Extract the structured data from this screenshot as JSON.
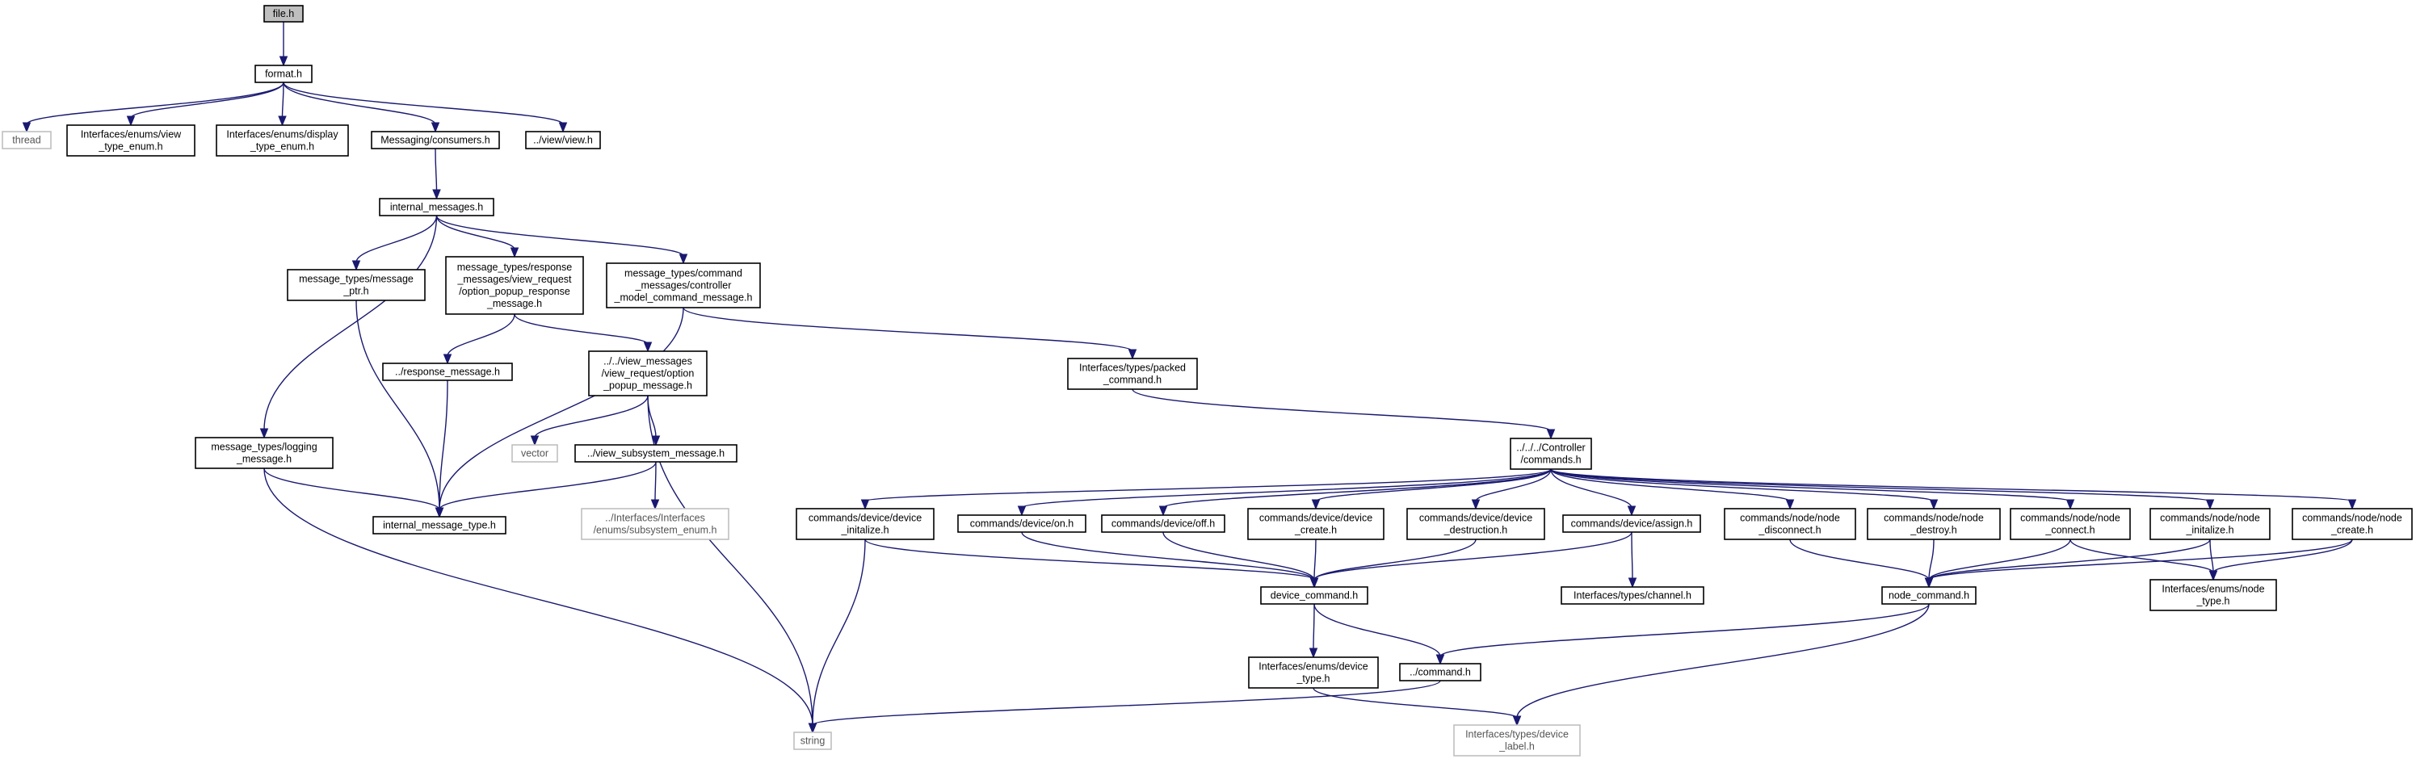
{
  "nodes": [
    {
      "id": "file_h",
      "lines": [
        "file.h"
      ],
      "kind": "root"
    },
    {
      "id": "format_h",
      "lines": [
        "format.h"
      ],
      "kind": "normal"
    },
    {
      "id": "thread",
      "lines": [
        "thread"
      ],
      "kind": "ext"
    },
    {
      "id": "view_type_enum",
      "lines": [
        "Interfaces/enums/view",
        "_type_enum.h"
      ],
      "kind": "normal"
    },
    {
      "id": "display_type_enum",
      "lines": [
        "Interfaces/enums/display",
        "_type_enum.h"
      ],
      "kind": "normal"
    },
    {
      "id": "consumers_h",
      "lines": [
        "Messaging/consumers.h"
      ],
      "kind": "normal"
    },
    {
      "id": "view_h",
      "lines": [
        "../view/view.h"
      ],
      "kind": "normal"
    },
    {
      "id": "internal_messages_h",
      "lines": [
        "internal_messages.h"
      ],
      "kind": "normal"
    },
    {
      "id": "message_ptr",
      "lines": [
        "message_types/message",
        "_ptr.h"
      ],
      "kind": "normal"
    },
    {
      "id": "option_popup_response",
      "lines": [
        "message_types/response",
        "_messages/view_request",
        "/option_popup_response",
        "_message.h"
      ],
      "kind": "normal"
    },
    {
      "id": "controller_model_cmd",
      "lines": [
        "message_types/command",
        "_messages/controller",
        "_model_command_message.h"
      ],
      "kind": "normal"
    },
    {
      "id": "response_message",
      "lines": [
        "../response_message.h"
      ],
      "kind": "normal"
    },
    {
      "id": "option_popup_message",
      "lines": [
        "../../view_messages",
        "/view_request/option",
        "_popup_message.h"
      ],
      "kind": "normal"
    },
    {
      "id": "packed_command",
      "lines": [
        "Interfaces/types/packed",
        "_command.h"
      ],
      "kind": "normal"
    },
    {
      "id": "logging_message",
      "lines": [
        "message_types/logging",
        "_message.h"
      ],
      "kind": "normal"
    },
    {
      "id": "vector",
      "lines": [
        "vector"
      ],
      "kind": "ext"
    },
    {
      "id": "view_subsystem_message",
      "lines": [
        "../view_subsystem_message.h"
      ],
      "kind": "normal"
    },
    {
      "id": "internal_message_type",
      "lines": [
        "internal_message_type.h"
      ],
      "kind": "normal"
    },
    {
      "id": "subsystem_enum",
      "lines": [
        "../Interfaces/Interfaces",
        "/enums/subsystem_enum.h"
      ],
      "kind": "ext"
    },
    {
      "id": "controller_commands",
      "lines": [
        "../../../Controller",
        "/commands.h"
      ],
      "kind": "normal"
    },
    {
      "id": "device_initialize",
      "lines": [
        "commands/device/device",
        "_initalize.h"
      ],
      "kind": "normal"
    },
    {
      "id": "device_on",
      "lines": [
        "commands/device/on.h"
      ],
      "kind": "normal"
    },
    {
      "id": "device_off",
      "lines": [
        "commands/device/off.h"
      ],
      "kind": "normal"
    },
    {
      "id": "device_create",
      "lines": [
        "commands/device/device",
        "_create.h"
      ],
      "kind": "normal"
    },
    {
      "id": "device_destruction",
      "lines": [
        "commands/device/device",
        "_destruction.h"
      ],
      "kind": "normal"
    },
    {
      "id": "device_assign",
      "lines": [
        "commands/device/assign.h"
      ],
      "kind": "normal"
    },
    {
      "id": "node_disconnect",
      "lines": [
        "commands/node/node",
        "_disconnect.h"
      ],
      "kind": "normal"
    },
    {
      "id": "node_destroy",
      "lines": [
        "commands/node/node",
        "_destroy.h"
      ],
      "kind": "normal"
    },
    {
      "id": "node_connect",
      "lines": [
        "commands/node/node",
        "_connect.h"
      ],
      "kind": "normal"
    },
    {
      "id": "node_initialize",
      "lines": [
        "commands/node/node",
        "_initalize.h"
      ],
      "kind": "normal"
    },
    {
      "id": "node_create",
      "lines": [
        "commands/node/node",
        "_create.h"
      ],
      "kind": "normal"
    },
    {
      "id": "device_command",
      "lines": [
        "device_command.h"
      ],
      "kind": "normal"
    },
    {
      "id": "channel_h",
      "lines": [
        "Interfaces/types/channel.h"
      ],
      "kind": "normal"
    },
    {
      "id": "node_command",
      "lines": [
        "node_command.h"
      ],
      "kind": "normal"
    },
    {
      "id": "node_type",
      "lines": [
        "Interfaces/enums/node",
        "_type.h"
      ],
      "kind": "normal"
    },
    {
      "id": "device_type",
      "lines": [
        "Interfaces/enums/device",
        "_type.h"
      ],
      "kind": "normal"
    },
    {
      "id": "command_h",
      "lines": [
        "../command.h"
      ],
      "kind": "normal"
    },
    {
      "id": "string",
      "lines": [
        "string"
      ],
      "kind": "ext"
    },
    {
      "id": "device_label",
      "lines": [
        "Interfaces/types/device",
        "_label.h"
      ],
      "kind": "ext"
    }
  ],
  "edges": [
    [
      "file_h",
      "format_h"
    ],
    [
      "format_h",
      "thread"
    ],
    [
      "format_h",
      "view_type_enum"
    ],
    [
      "format_h",
      "display_type_enum"
    ],
    [
      "format_h",
      "consumers_h"
    ],
    [
      "format_h",
      "view_h"
    ],
    [
      "consumers_h",
      "internal_messages_h"
    ],
    [
      "internal_messages_h",
      "message_ptr"
    ],
    [
      "internal_messages_h",
      "option_popup_response"
    ],
    [
      "internal_messages_h",
      "controller_model_cmd"
    ],
    [
      "internal_messages_h",
      "logging_message"
    ],
    [
      "message_ptr",
      "internal_message_type"
    ],
    [
      "option_popup_response",
      "response_message"
    ],
    [
      "option_popup_response",
      "option_popup_message"
    ],
    [
      "controller_model_cmd",
      "internal_message_type"
    ],
    [
      "controller_model_cmd",
      "packed_command"
    ],
    [
      "response_message",
      "internal_message_type"
    ],
    [
      "option_popup_message",
      "vector"
    ],
    [
      "option_popup_message",
      "view_subsystem_message"
    ],
    [
      "option_popup_message",
      "string"
    ],
    [
      "view_subsystem_message",
      "internal_message_type"
    ],
    [
      "view_subsystem_message",
      "subsystem_enum"
    ],
    [
      "logging_message",
      "internal_message_type"
    ],
    [
      "logging_message",
      "string"
    ],
    [
      "packed_command",
      "controller_commands"
    ],
    [
      "controller_commands",
      "device_initialize"
    ],
    [
      "controller_commands",
      "device_on"
    ],
    [
      "controller_commands",
      "device_off"
    ],
    [
      "controller_commands",
      "device_create"
    ],
    [
      "controller_commands",
      "device_destruction"
    ],
    [
      "controller_commands",
      "device_assign"
    ],
    [
      "controller_commands",
      "node_disconnect"
    ],
    [
      "controller_commands",
      "node_destroy"
    ],
    [
      "controller_commands",
      "node_connect"
    ],
    [
      "controller_commands",
      "node_initialize"
    ],
    [
      "controller_commands",
      "node_create"
    ],
    [
      "device_initialize",
      "device_command"
    ],
    [
      "device_initialize",
      "string"
    ],
    [
      "device_on",
      "device_command"
    ],
    [
      "device_off",
      "device_command"
    ],
    [
      "device_create",
      "device_command"
    ],
    [
      "device_destruction",
      "device_command"
    ],
    [
      "device_assign",
      "device_command"
    ],
    [
      "device_assign",
      "channel_h"
    ],
    [
      "node_disconnect",
      "node_command"
    ],
    [
      "node_destroy",
      "node_command"
    ],
    [
      "node_connect",
      "node_command"
    ],
    [
      "node_connect",
      "node_type"
    ],
    [
      "node_initialize",
      "node_command"
    ],
    [
      "node_initialize",
      "node_type"
    ],
    [
      "node_create",
      "node_command"
    ],
    [
      "node_create",
      "node_type"
    ],
    [
      "device_command",
      "device_type"
    ],
    [
      "device_command",
      "command_h"
    ],
    [
      "node_command",
      "command_h"
    ],
    [
      "node_command",
      "device_label"
    ],
    [
      "device_type",
      "device_label"
    ],
    [
      "command_h",
      "string"
    ]
  ],
  "colors": {
    "edge": "#191970",
    "node_border": "#000000",
    "external_border": "#bfbfbf",
    "root_fill": "#bfbfbf"
  }
}
